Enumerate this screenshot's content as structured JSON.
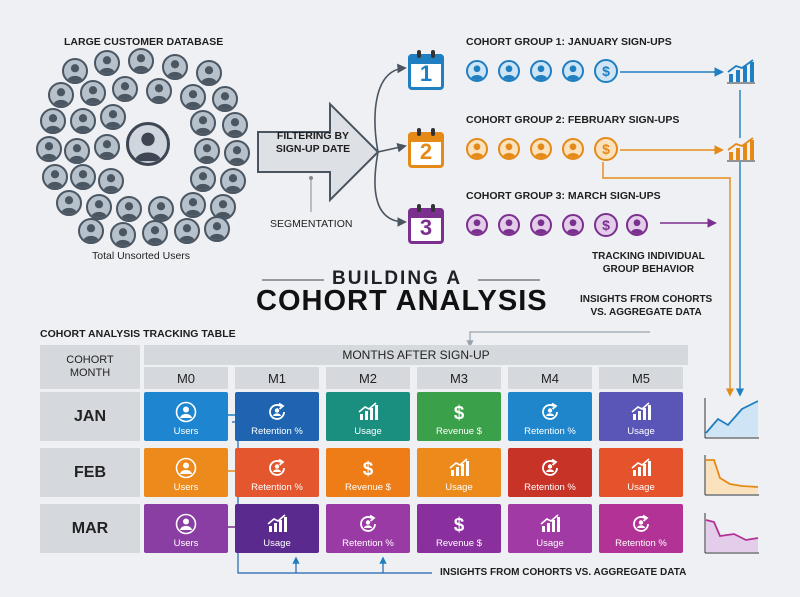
{
  "database": {
    "title": "LARGE CUSTOMER DATABASE",
    "caption": "Total Unsorted Users"
  },
  "filter": {
    "line1": "FILTERING BY",
    "line2": "SIGN-UP DATE",
    "segmentation": "SEGMENTATION"
  },
  "groups": [
    {
      "number": "1",
      "label": "COHORT GROUP 1: JANUARY SIGN-UPS",
      "color": "#1f7fc1",
      "light": "#cfe4f4"
    },
    {
      "number": "2",
      "label": "COHORT GROUP 2: FEBRUARY SIGN-UPS",
      "color": "#e58a17",
      "light": "#fbe2bf"
    },
    {
      "number": "3",
      "label": "COHORT GROUP 3: MARCH SIGN-UPS",
      "color": "#7b2f8e",
      "light": "#e3cdea"
    }
  ],
  "notes": {
    "tracking_line1": "TRACKING INDIVIDUAL",
    "tracking_line2": "GROUP BEHAVIOR",
    "insights_line1": "INSIGHTS FROM COHORTS",
    "insights_line2": "VS. AGGREGATE DATA",
    "bottom": "INSIGHTS FROM COHORTS VS. AGGREGATE DATA"
  },
  "title": {
    "line1": "BUILDING A",
    "line2": "COHORT ANALYSIS"
  },
  "table": {
    "caption": "COHORT ANALYSIS TRACKING TABLE",
    "corner_line1": "COHORT",
    "corner_line2": "MONTH",
    "span_header": "MONTHS AFTER SIGN-UP",
    "columns": [
      "M0",
      "M1",
      "M2",
      "M3",
      "M4",
      "M5"
    ],
    "rows": [
      {
        "month": "JAN",
        "cells": [
          {
            "label": "Users",
            "icon": "user-icon",
            "color": "#1e86d0"
          },
          {
            "label": "Retention %",
            "icon": "refresh-user-icon",
            "color": "#1f64b0"
          },
          {
            "label": "Usage",
            "icon": "bar-chart-icon",
            "color": "#1a8f80"
          },
          {
            "label": "Revenue $",
            "icon": "dollar-icon",
            "color": "#3aa04a"
          },
          {
            "label": "Retention %",
            "icon": "refresh-user-icon",
            "color": "#1f86cc"
          },
          {
            "label": "Usage",
            "icon": "bar-chart-icon",
            "color": "#5a56b8"
          }
        ]
      },
      {
        "month": "FEB",
        "cells": [
          {
            "label": "Users",
            "icon": "user-icon",
            "color": "#ec8a1b"
          },
          {
            "label": "Retention %",
            "icon": "refresh-user-icon",
            "color": "#e4572e"
          },
          {
            "label": "Revenue $",
            "icon": "dollar-icon",
            "color": "#ee7d18"
          },
          {
            "label": "Usage",
            "icon": "bar-chart-icon",
            "color": "#ec8a1b"
          },
          {
            "label": "Retention %",
            "icon": "refresh-user-icon",
            "color": "#c73327"
          },
          {
            "label": "Usage",
            "icon": "bar-chart-icon",
            "color": "#e4532c"
          }
        ]
      },
      {
        "month": "MAR",
        "cells": [
          {
            "label": "Users",
            "icon": "user-icon",
            "color": "#8a3da3"
          },
          {
            "label": "Usage",
            "icon": "bar-chart-icon",
            "color": "#5b2a8f"
          },
          {
            "label": "Retention %",
            "icon": "refresh-user-icon",
            "color": "#9a3aa5"
          },
          {
            "label": "Revenue $",
            "icon": "dollar-icon",
            "color": "#8a2f9e"
          },
          {
            "label": "Usage",
            "icon": "bar-chart-icon",
            "color": "#a23aa5"
          },
          {
            "label": "Retention %",
            "icon": "refresh-user-icon",
            "color": "#b23395"
          }
        ]
      }
    ]
  }
}
